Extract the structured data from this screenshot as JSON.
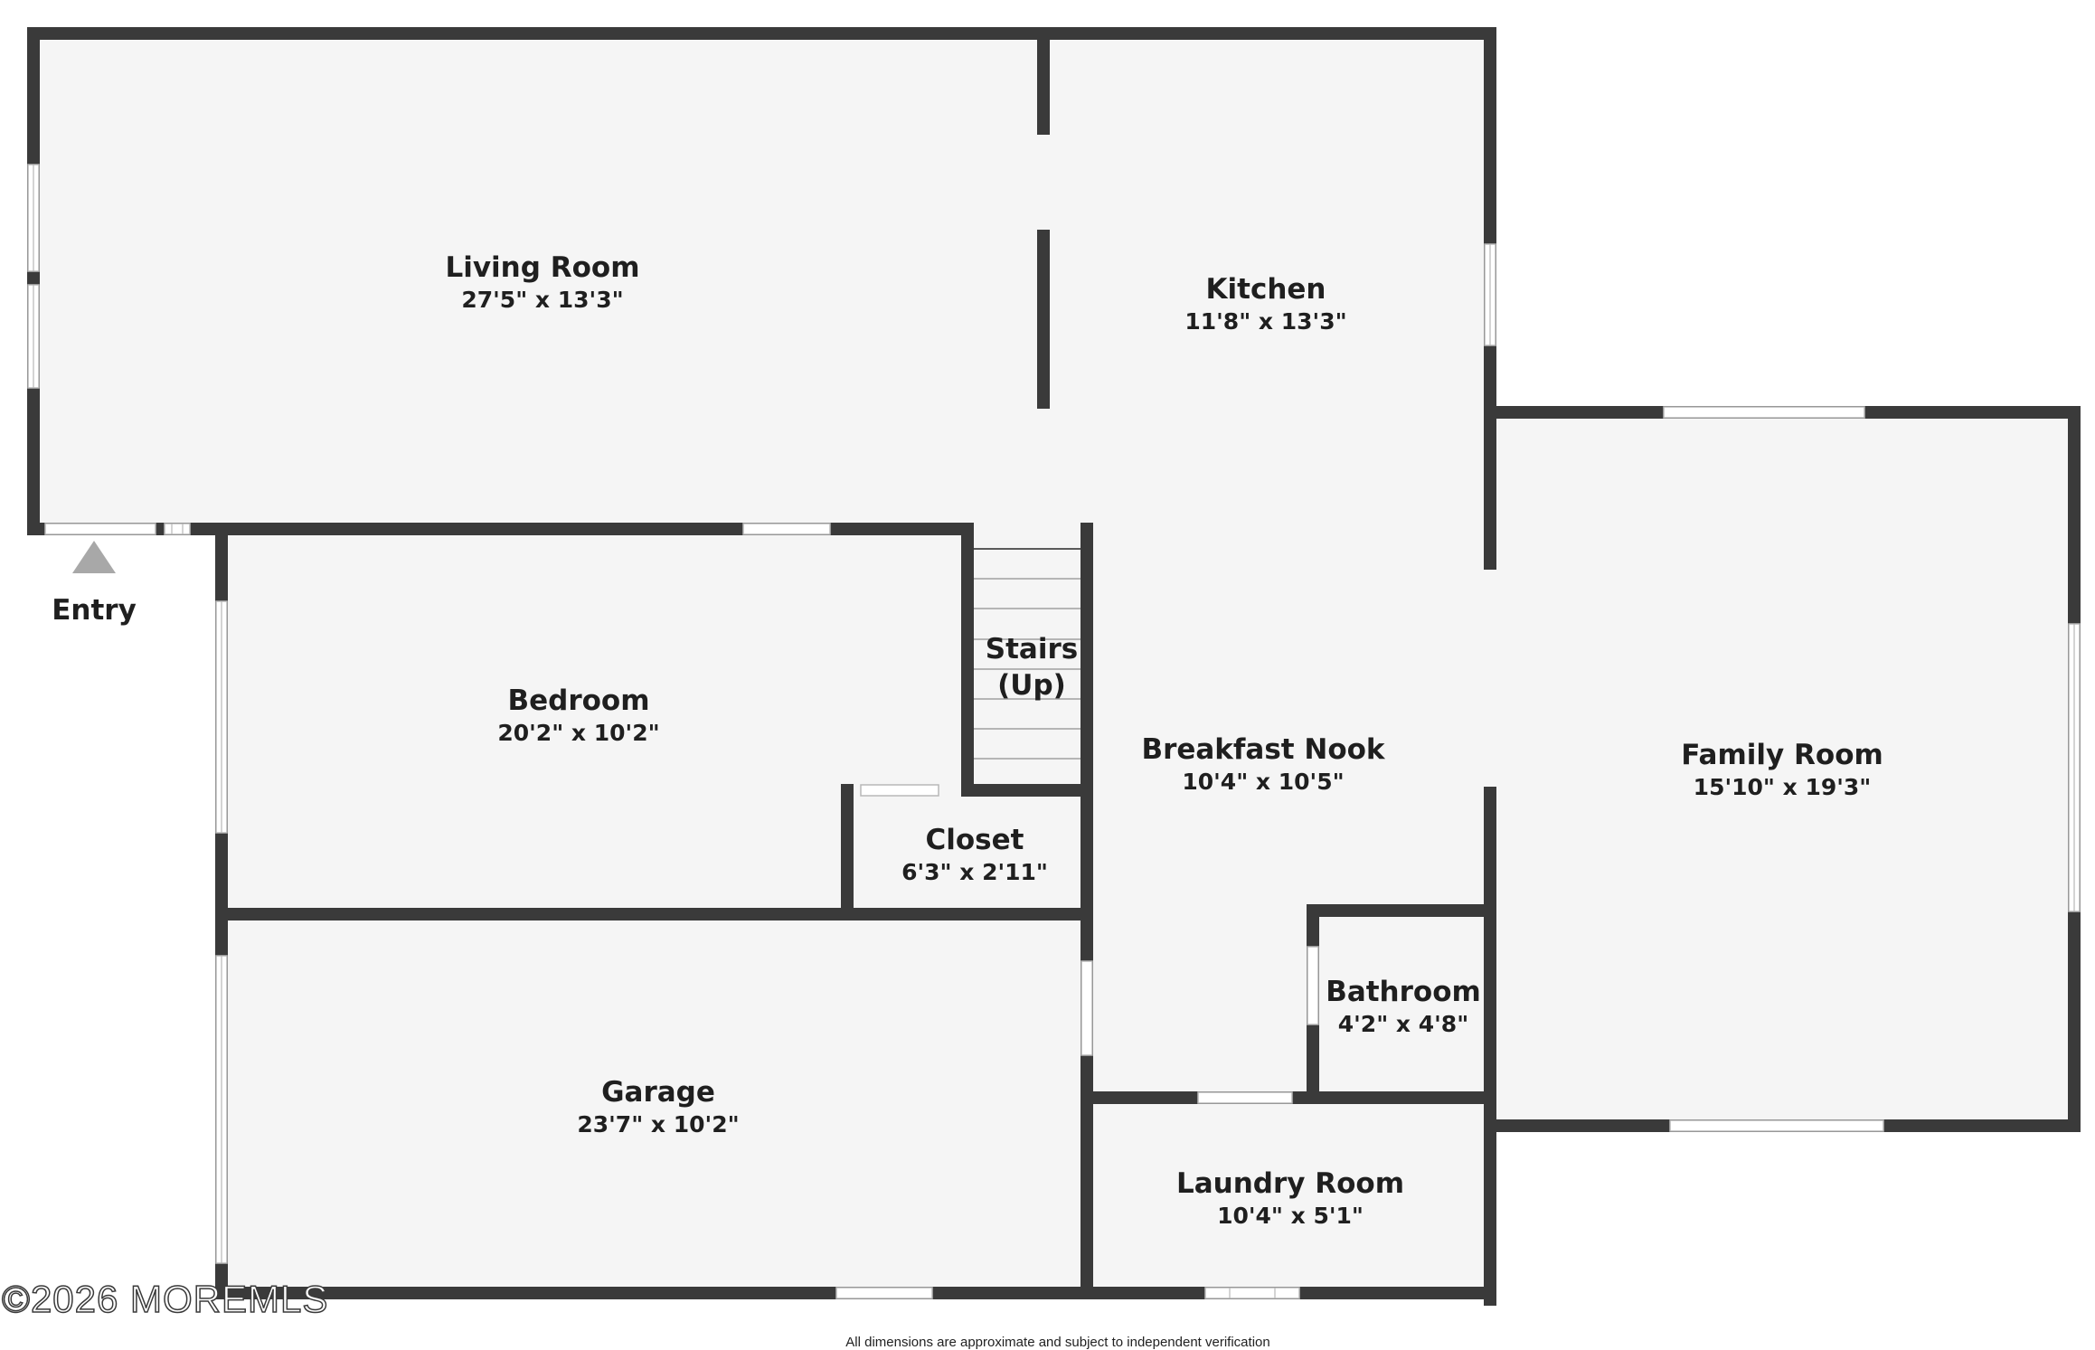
{
  "rooms": {
    "living_room": {
      "name": "Living Room",
      "dims": "27'5\" x 13'3\""
    },
    "kitchen": {
      "name": "Kitchen",
      "dims": "11'8\" x 13'3\""
    },
    "bedroom": {
      "name": "Bedroom",
      "dims": "20'2\" x 10'2\""
    },
    "stairs": {
      "name_line1": "Stairs",
      "name_line2": "(Up)"
    },
    "breakfast_nook": {
      "name": "Breakfast Nook",
      "dims": "10'4\" x 10'5\""
    },
    "family_room": {
      "name": "Family Room",
      "dims": "15'10\" x 19'3\""
    },
    "closet": {
      "name": "Closet",
      "dims": "6'3\" x 2'11\""
    },
    "bathroom": {
      "name": "Bathroom",
      "dims": "4'2\" x 4'8\""
    },
    "garage": {
      "name": "Garage",
      "dims": "23'7\" x 10'2\""
    },
    "laundry_room": {
      "name": "Laundry Room",
      "dims": "10'4\" x 5'1\""
    }
  },
  "entry": {
    "label": "Entry",
    "icon": "entry-arrow-icon"
  },
  "footer": {
    "disclaimer": "All dimensions are approximate and subject to independent verification"
  },
  "watermark": {
    "text": "©2026 MOREMLS"
  },
  "colors": {
    "wall": "#3a3a3a",
    "floor": "#f5f5f5",
    "window": "#ffffff",
    "entry_arrow": "#a8a8a8"
  }
}
